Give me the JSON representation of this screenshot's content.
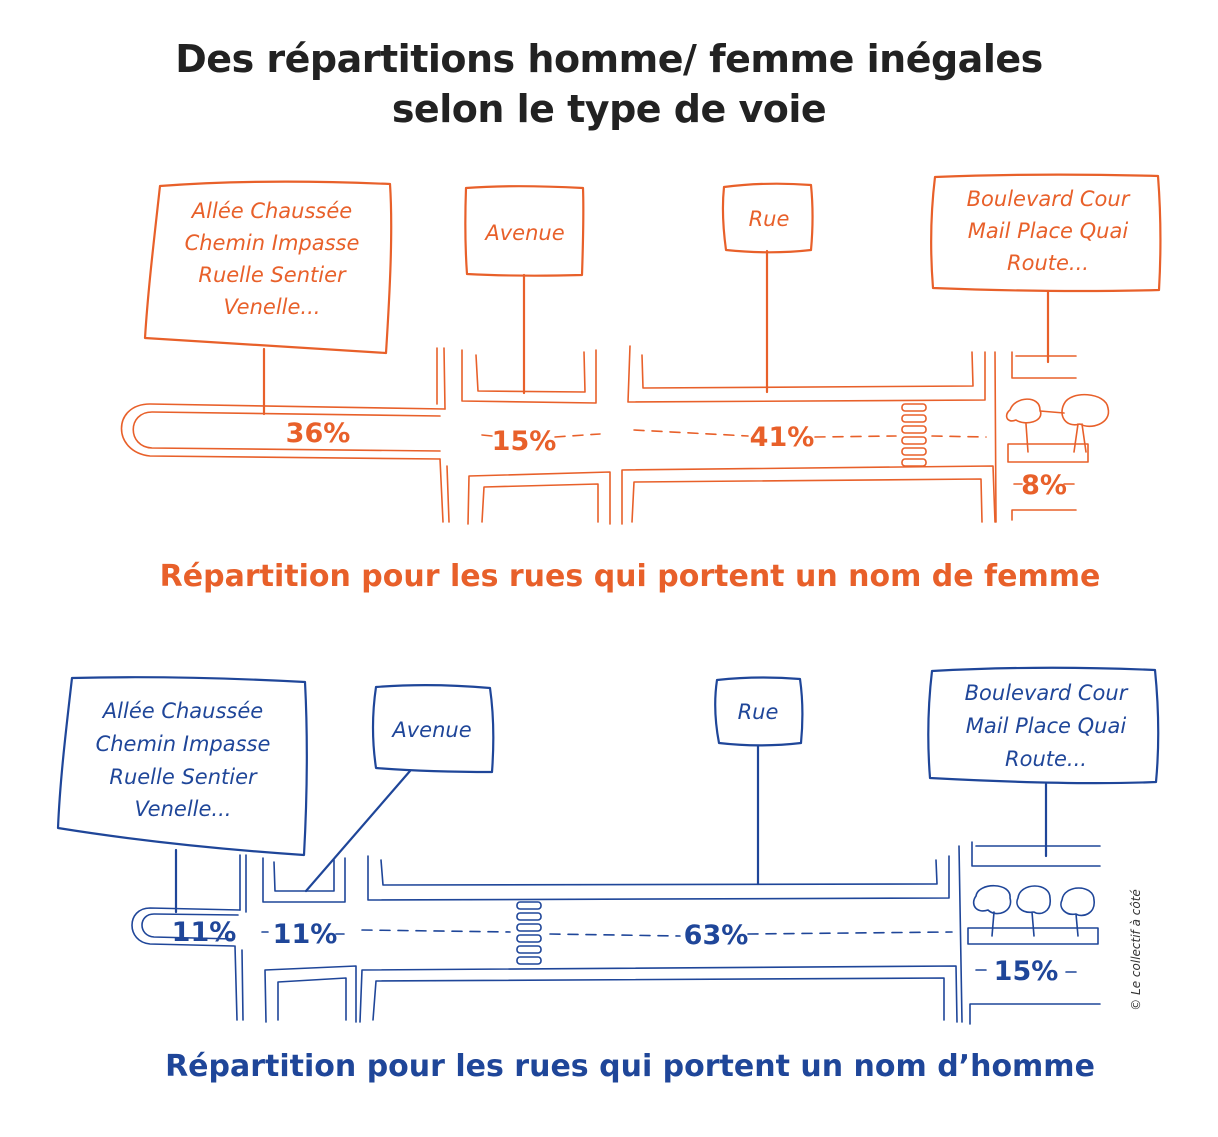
{
  "title": {
    "line1": "Des répartitions homme/ femme inégales",
    "line2": "selon le type de voie"
  },
  "colors": {
    "femme": "#e8602a",
    "homme": "#1f4699",
    "title": "#222222"
  },
  "femme": {
    "caption": "Répartition pour les rues qui portent un nom de femme",
    "categories": [
      {
        "label_lines": [
          "Allée Chaussée",
          "Chemin  Impasse",
          "Ruelle Sentier",
          "Venelle..."
        ],
        "value": "36%"
      },
      {
        "label_lines": [
          "Avenue"
        ],
        "value": "15%"
      },
      {
        "label_lines": [
          "Rue"
        ],
        "value": "41%"
      },
      {
        "label_lines": [
          "Boulevard Cour",
          "Mail Place Quai",
          "Route..."
        ],
        "value": "8%"
      }
    ]
  },
  "homme": {
    "caption": "Répartition pour les rues qui portent un nom d’homme",
    "categories": [
      {
        "label_lines": [
          "Allée Chaussée",
          "Chemin  Impasse",
          "Ruelle Sentier",
          "Venelle..."
        ],
        "value": "11%"
      },
      {
        "label_lines": [
          "Avenue"
        ],
        "value": "11%"
      },
      {
        "label_lines": [
          "Rue"
        ],
        "value": "63%"
      },
      {
        "label_lines": [
          "Boulevard Cour",
          "Mail Place Quai",
          "Route..."
        ],
        "value": "15%"
      }
    ]
  },
  "credit": "© Le collectif à côté"
}
